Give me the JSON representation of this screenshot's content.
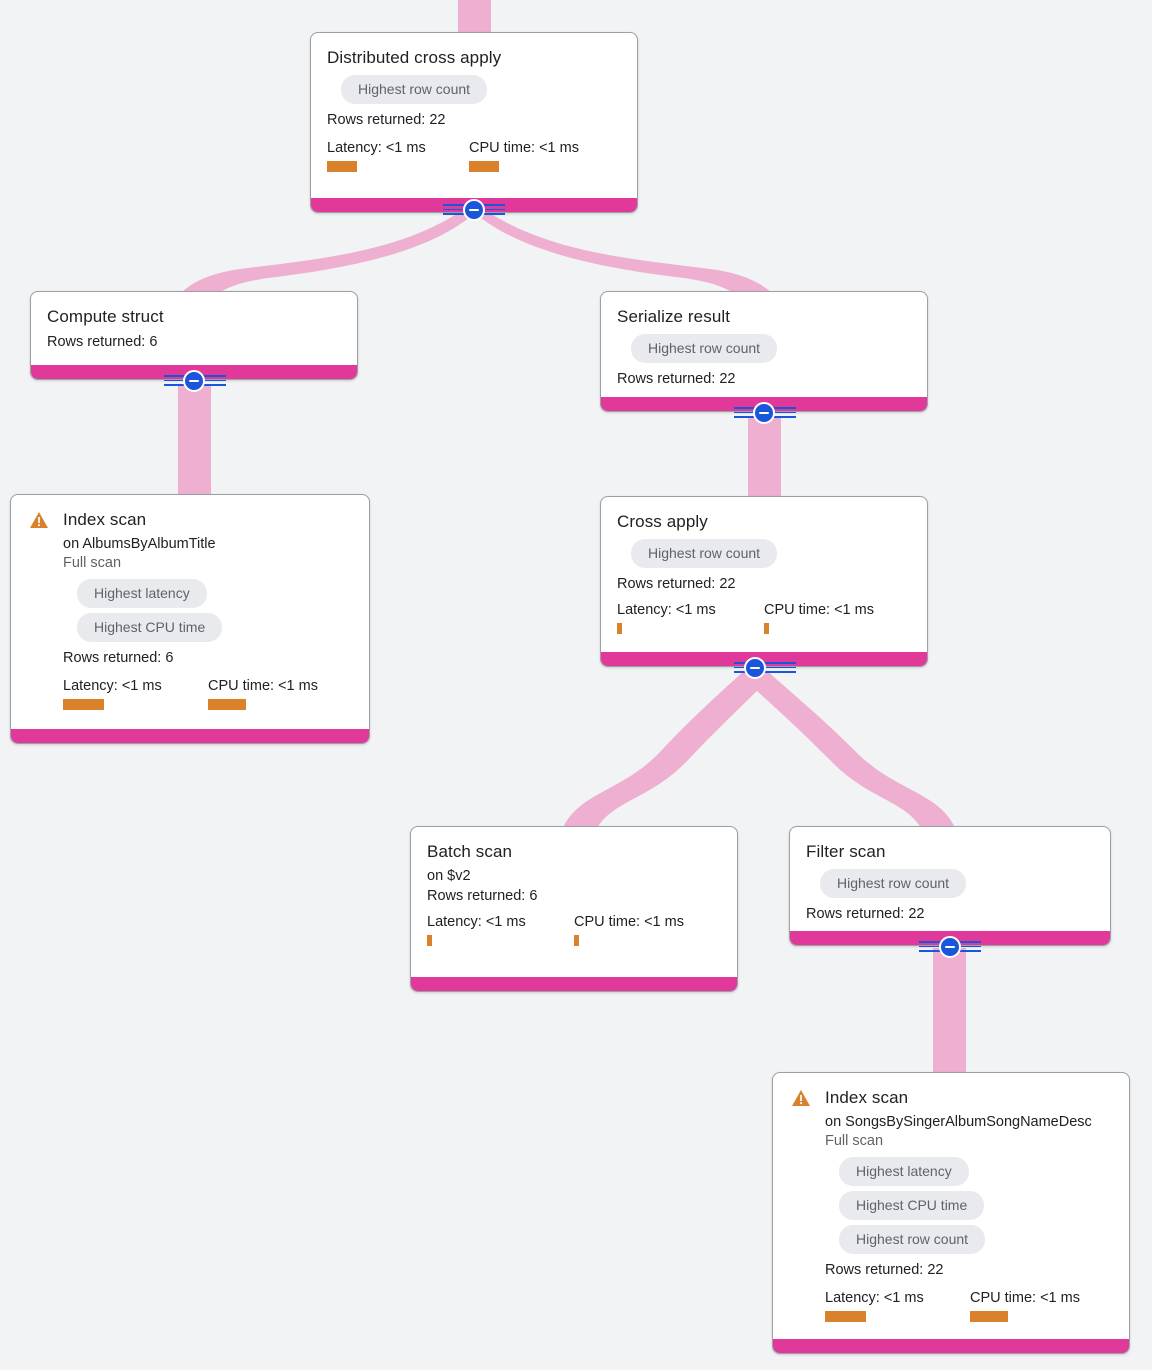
{
  "theme": {
    "canvas_bg": "#f1f3f4",
    "node_bg": "#ffffff",
    "node_border": "#9aa0a6",
    "footer_pink": "#e0399a",
    "edge_pink": "#eeafd0",
    "chip_bg": "#e8eaed",
    "chip_text": "#5f6368",
    "metric_bar_orange": "#d9822b",
    "collapse_blue": "#1a56db",
    "warning_orange": "#d9822b",
    "title_text": "#202124",
    "muted_text": "#5f6368"
  },
  "labels": {
    "collapse_icon": "minus-in-circle",
    "warning_icon": "warning-triangle"
  },
  "nodes": {
    "distributed_cross_apply": {
      "title": "Distributed cross apply",
      "chips": [
        "Highest row count"
      ],
      "rows_returned": "Rows returned: 22",
      "latency_label": "Latency: <1 ms",
      "cpu_label": "CPU time: <1 ms",
      "has_warning": false
    },
    "compute_struct": {
      "title": "Compute struct",
      "chips": [],
      "rows_returned": "Rows returned: 6",
      "has_warning": false
    },
    "serialize_result": {
      "title": "Serialize result",
      "chips": [
        "Highest row count"
      ],
      "rows_returned": "Rows returned: 22",
      "has_warning": false
    },
    "index_scan_albums": {
      "title": "Index scan",
      "subtitle": "on AlbumsByAlbumTitle",
      "scan_type": "Full scan",
      "chips": [
        "Highest latency",
        "Highest CPU time"
      ],
      "rows_returned": "Rows returned: 6",
      "latency_label": "Latency: <1 ms",
      "cpu_label": "CPU time: <1 ms",
      "has_warning": true
    },
    "cross_apply": {
      "title": "Cross apply",
      "chips": [
        "Highest row count"
      ],
      "rows_returned": "Rows returned: 22",
      "latency_label": "Latency: <1 ms",
      "cpu_label": "CPU time: <1 ms",
      "has_warning": false
    },
    "batch_scan": {
      "title": "Batch scan",
      "subtitle": "on $v2",
      "chips": [],
      "rows_returned": "Rows returned: 6",
      "latency_label": "Latency: <1 ms",
      "cpu_label": "CPU time: <1 ms",
      "has_warning": false
    },
    "filter_scan": {
      "title": "Filter scan",
      "chips": [
        "Highest row count"
      ],
      "rows_returned": "Rows returned: 22",
      "has_warning": false
    },
    "index_scan_songs": {
      "title": "Index scan",
      "subtitle": "on SongsBySingerAlbumSongNameDesc",
      "scan_type": "Full scan",
      "chips": [
        "Highest latency",
        "Highest CPU time",
        "Highest row count"
      ],
      "rows_returned": "Rows returned: 22",
      "latency_label": "Latency: <1 ms",
      "cpu_label": "CPU time: <1 ms",
      "has_warning": true
    }
  }
}
